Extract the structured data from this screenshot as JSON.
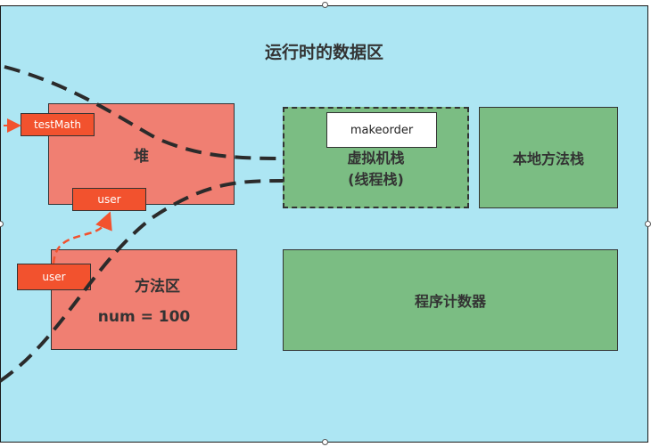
{
  "diagram": {
    "title": "运行时的数据区",
    "heap": {
      "label": "堆"
    },
    "method_area": {
      "label": "方法区",
      "value": "num = 100"
    },
    "vm_stack": {
      "line1": "虚拟机栈",
      "line2": "(线程栈)",
      "frame_label": "makeorder"
    },
    "native_stack": {
      "label": "本地方法栈"
    },
    "pc_register": {
      "label": "程序计数器"
    },
    "tags": {
      "testmath": "testMath",
      "user_heap": "user",
      "user_method": "user"
    }
  },
  "colors": {
    "background": "#ade6f3",
    "heap_fill": "#f07f72",
    "stack_fill": "#7bbd83",
    "tag_fill": "#f2522e"
  }
}
